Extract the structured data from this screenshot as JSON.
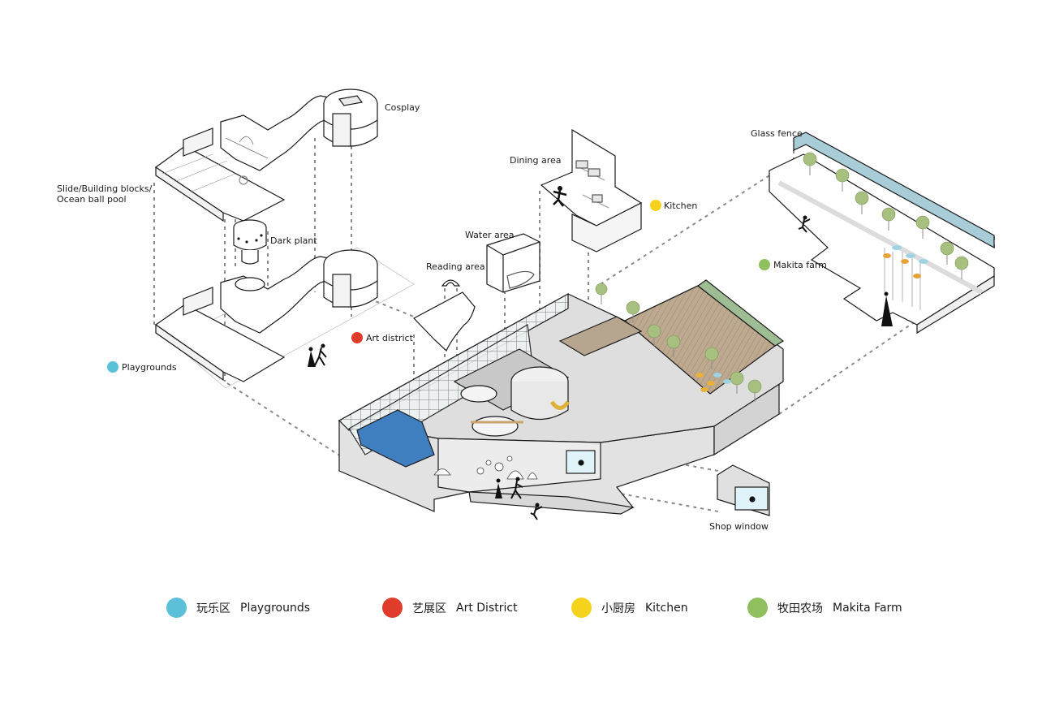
{
  "title": "Axonometric exploded diagram of children's activity space",
  "colors": {
    "playgrounds": "#5bc0d8",
    "art_district": "#e03c2c",
    "kitchen": "#f5d31c",
    "makita_farm": "#8fbf5f",
    "glass_fence": "#a9cdd8",
    "floor_wood": "#b9a58c",
    "ocean_pool": "#3f7fc0",
    "wall_gray": "#d8d8d8",
    "line": "#1a1a1a",
    "dash": "#777777"
  },
  "labels": {
    "cosplay": "Cosplay",
    "slide": "Slide/Building blocks/",
    "slide2": "Ocean ball pool",
    "dark_plant": "Dark plant",
    "playgrounds": "Playgrounds",
    "art_district": "Art district",
    "reading_area": "Reading area",
    "water_area": "Water area",
    "dining_area": "Dining area",
    "kitchen": "Kitchen",
    "glass_fence": "Glass fence",
    "makita_farm": "Makita farm",
    "shop_window": "Shop window"
  },
  "legend": [
    {
      "zh": "玩乐区",
      "en": "Playgrounds",
      "key": "playgrounds"
    },
    {
      "zh": "艺展区",
      "en": "Art District",
      "key": "art_district"
    },
    {
      "zh": "小厨房",
      "en": "Kitchen",
      "key": "kitchen"
    },
    {
      "zh": "牧田农场",
      "en": "Makita Farm",
      "key": "makita_farm"
    }
  ]
}
